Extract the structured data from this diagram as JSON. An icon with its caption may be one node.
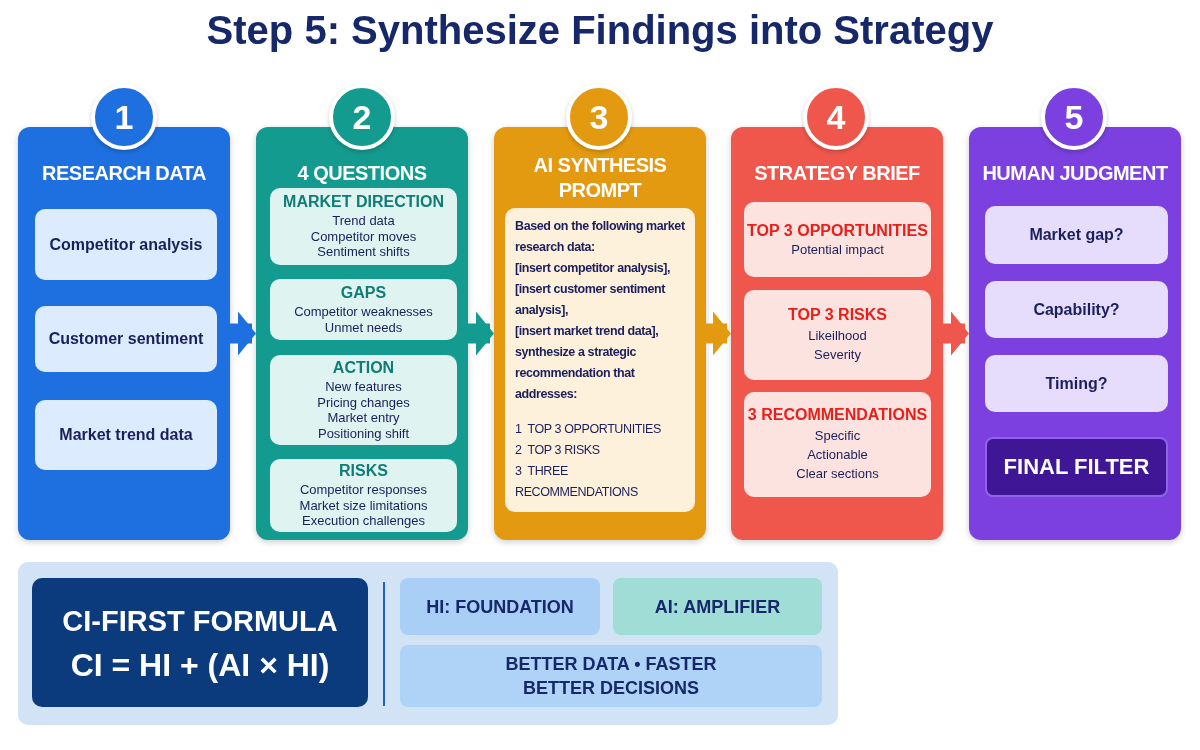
{
  "diagram": {
    "title": "Step 5: Synthesize Findings into Strategy",
    "nodes": [
      {
        "text": [
          "1"
        ]
      },
      {
        "text": [
          "RESEARCH DATA"
        ]
      },
      {
        "text": [
          "Competitor analysis"
        ],
        "in": 1
      },
      {
        "text": [
          "Customer sentiment"
        ],
        "in": 1
      },
      {
        "text": [
          "Market trend data"
        ],
        "in": 1
      },
      {
        "text": [
          "2"
        ]
      },
      {
        "text": [
          "4 QUESTIONS"
        ]
      },
      {
        "text": [
          "MARKET DIRECTION",
          "Trend data",
          "Competitor moves",
          "Sentiment shifts"
        ],
        "in": 6
      },
      {
        "text": [
          "GAPS",
          "Competitor weaknesses",
          "Unmet needs"
        ],
        "in": 6
      },
      {
        "text": [
          "ACTION",
          "New features",
          "Pricing changes",
          "Market entry",
          "Positioning shift"
        ],
        "in": 6
      },
      {
        "text": [
          "RISKS",
          "Competitor responses",
          "Market size limitations",
          "Execution challenges"
        ],
        "in": 6
      },
      {
        "text": [
          "3"
        ]
      },
      {
        "text": [
          "AI SYNTHESIS PROMPT"
        ]
      },
      {
        "text": [
          "Based on the following market research data:",
          "[insert competitor analysis],",
          "[insert customer sentiment analysis],",
          "[insert market trend data],",
          "synthesize a strategic recommendation that addresses:",
          "1  TOP 3 OPPORTUNITIES",
          "2  TOP 3 RISKS",
          "3  THREE RECOMMENDATIONS"
        ],
        "in": 12
      },
      {
        "text": [
          "4"
        ]
      },
      {
        "text": [
          "STRATEGY BRIEF"
        ]
      },
      {
        "text": [
          "TOP 3 OPPORTUNITIES",
          "Potential impact"
        ],
        "in": 15
      },
      {
        "text": [
          "TOP 3 RISKS",
          "Likeilhood",
          "Severity"
        ],
        "in": 15
      },
      {
        "text": [
          "3 RECOMMENDATIONS",
          "Specific",
          "Actionable",
          "Clear sections"
        ],
        "in": 15
      },
      {
        "text": [
          "5"
        ]
      },
      {
        "text": [
          "HUMAN JUDGMENT"
        ]
      },
      {
        "text": [
          "Market gap?"
        ],
        "in": 20
      },
      {
        "text": [
          "Capability?"
        ],
        "in": 20
      },
      {
        "text": [
          "Timing?"
        ],
        "in": 20
      },
      {
        "text": [
          "FINAL FILTER"
        ],
        "in": 20
      },
      {
        "text": [],
        "shape": "box"
      },
      {
        "text": [
          "CI-FIRST FORMULA",
          "CI = HI + (AI × HI)"
        ],
        "in": 25
      },
      {
        "text": [
          "HI: FOUNDATION"
        ],
        "in": 25
      },
      {
        "text": [
          "AI: AMPLIFIER"
        ],
        "in": 25
      },
      {
        "text": [
          "BETTER DATA • FASTER BETTER DECISIONS"
        ],
        "in": 25
      }
    ],
    "edges": [
      {
        "from": 1,
        "to": 6,
        "arrow": "to",
        "color": "#1e6fe0"
      },
      {
        "from": 6,
        "to": 12,
        "arrow": "to",
        "color": "#149b90"
      },
      {
        "from": 12,
        "to": 15,
        "arrow": "to",
        "color": "#e49a10"
      },
      {
        "from": 15,
        "to": 20,
        "arrow": "to",
        "color": "#f0574c"
      }
    ]
  }
}
